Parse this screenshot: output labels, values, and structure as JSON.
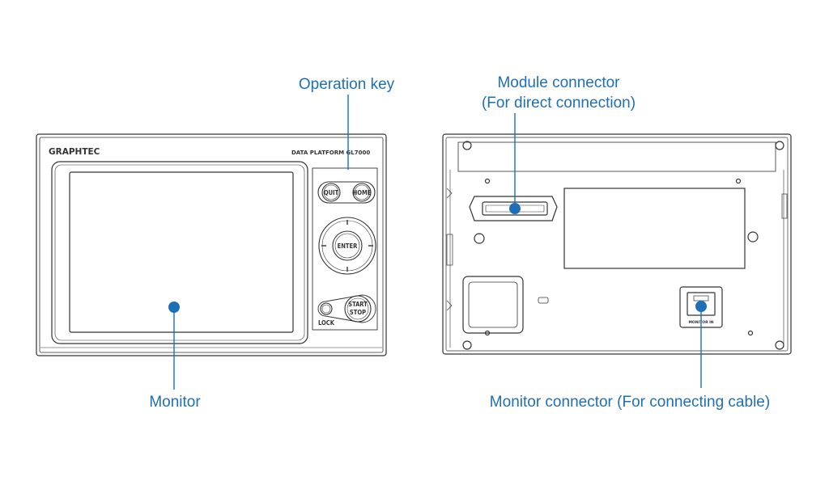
{
  "front_panel": {
    "brand": "GRAPHTEC",
    "model": "DATA PLATFORM GL7000",
    "keys": {
      "quit": "QUIT",
      "home": "HOME",
      "enter": "ENTER",
      "start": "START",
      "stop": "STOP",
      "lock": "LOCK"
    }
  },
  "rear_panel": {
    "port_label": "MONITOR IN"
  },
  "callouts": {
    "operation_key": "Operation key",
    "monitor": "Monitor",
    "module_connector_line1": "Module connector",
    "module_connector_line2": "(For direct connection)",
    "monitor_connector": "Monitor connector (For connecting cable)"
  },
  "colors": {
    "accent": "#1f6fb8",
    "outline": "#333333"
  }
}
